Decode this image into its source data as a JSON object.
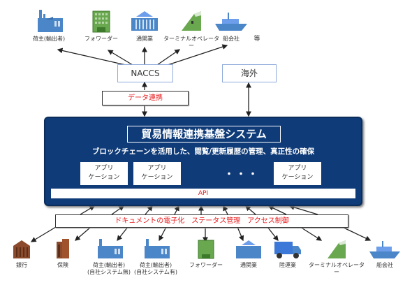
{
  "top_actors": [
    {
      "label": "荷主(輸出者)",
      "icon": "factory-icon"
    },
    {
      "label": "フォワーダー",
      "icon": "office-building-icon"
    },
    {
      "label": "通関業",
      "icon": "government-building-icon"
    },
    {
      "label": "ターミナルオペレーター",
      "icon": "terminal-icon"
    },
    {
      "label": "船会社",
      "icon": "ship-icon"
    }
  ],
  "top_etc": "等",
  "naccs_label": "NACCS",
  "overseas_label": "海外",
  "data_link_label": "データ連携",
  "platform": {
    "title": "貿易情報連携基盤システム",
    "subtitle": "ブロックチェーンを活用した、閲覧/更新履歴の管理、真正性の確保",
    "apps": [
      {
        "line1": "アプリ",
        "line2": "ケーション"
      },
      {
        "line1": "アプリ",
        "line2": "ケーション"
      },
      {
        "line1": "アプリ",
        "line2": "ケーション"
      }
    ],
    "ellipsis": "・・・",
    "api_label": "API"
  },
  "features_label": "ドキュメントの電子化　ステータス管理　アクセス制御",
  "bottom_actors": [
    {
      "label": "銀行",
      "sub": "",
      "icon": "bank-icon"
    },
    {
      "label": "保険",
      "sub": "",
      "icon": "insurance-building-icon"
    },
    {
      "label": "荷主(輸出者)",
      "sub": "(自社システム無)",
      "icon": "factory-icon"
    },
    {
      "label": "荷主(輸出者)",
      "sub": "(自社システム有)",
      "icon": "factory-icon"
    },
    {
      "label": "フォワーダー",
      "sub": "",
      "icon": "office-building-icon"
    },
    {
      "label": "通関業",
      "sub": "",
      "icon": "government-building-icon"
    },
    {
      "label": "陸運業",
      "sub": "",
      "icon": "truck-icon"
    },
    {
      "label": "ターミナルオペレーター",
      "sub": "",
      "icon": "terminal-icon"
    },
    {
      "label": "船会社",
      "sub": "",
      "icon": "ship-icon"
    }
  ],
  "colors": {
    "navy": "#0f3b78",
    "red": "#e8191c",
    "blue_icon": "#4a86c8",
    "green_icon": "#6aa84f",
    "brown_icon": "#8b4a2b"
  }
}
